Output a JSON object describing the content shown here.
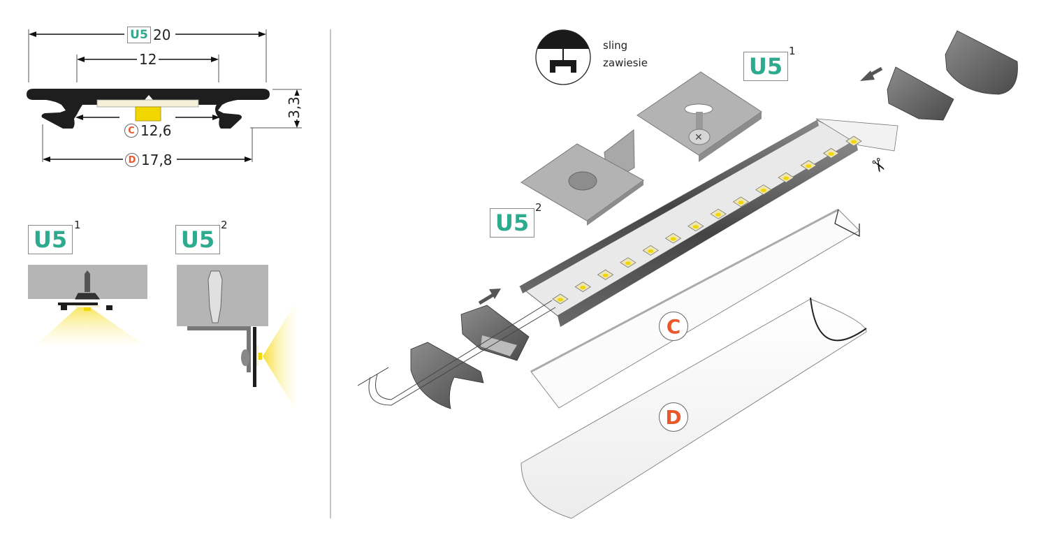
{
  "profile": {
    "name": "U5",
    "dimensions": {
      "overall_width": "20",
      "inner_width": "12",
      "height": "3,3",
      "cover_c_width": "12,6",
      "cover_d_width": "17,8"
    },
    "cover_c_letter": "C",
    "cover_d_letter": "D"
  },
  "mounting": [
    {
      "badge": "U5",
      "index": "1"
    },
    {
      "badge": "U5",
      "index": "2"
    }
  ],
  "exploded_view": {
    "sling_label_en": "sling",
    "sling_label_pl": "zawiesie",
    "bracket_1": {
      "badge": "U5",
      "index": "1"
    },
    "bracket_2": {
      "badge": "U5",
      "index": "2"
    },
    "cover_c_letter": "C",
    "cover_d_letter": "D",
    "led_count": 14
  },
  "colors": {
    "brand_green": "#2eaa8e",
    "cover_orange": "#e8582a",
    "led_yellow": "#f2d600",
    "profile_black": "#1e1e1e",
    "aluminium_grey": "#9a9a9a"
  }
}
